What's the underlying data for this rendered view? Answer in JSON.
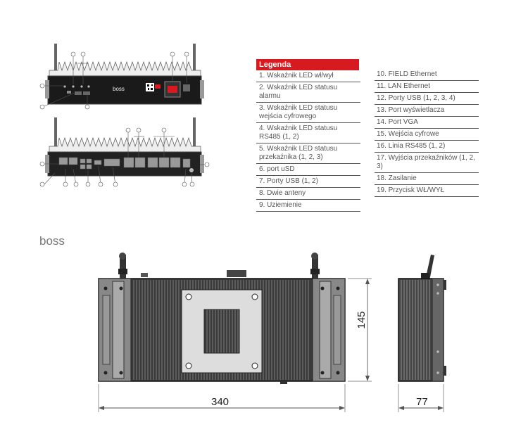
{
  "legend": {
    "title": "Legenda",
    "left_items": [
      "1. Wskaźnik LED wł/wył",
      "2. Wskaźnik LED statusu alarmu",
      "3. Wskaźnik LED statusu wejścia cyfrowego",
      "4. Wskaźnik LED statusu RS485 (1, 2)",
      "5. Wskaźnik LED statusu przekaźnika (1, 2, 3)",
      "6. port uSD",
      "7. Porty USB (1, 2)",
      "8. Dwie anteny",
      "9. Uziemienie"
    ],
    "right_items": [
      "10. FIELD Ethernet",
      "11. LAN Ethernet",
      "12. Porty USB (1, 2, 3, 4)",
      "13. Port wyświetlacza",
      "14. Port VGA",
      "15. Wejścia cyfrowe",
      "16. Linia RS485 (1, 2)",
      "17. Wyjścia przekaźników (1, 2, 3)",
      "18. Zasilanie",
      "19. Przycisk WŁ/WYŁ"
    ]
  },
  "device_brand": "boss",
  "section_label": "boss",
  "dimensions": {
    "width": "340",
    "height": "145",
    "depth": "77"
  }
}
